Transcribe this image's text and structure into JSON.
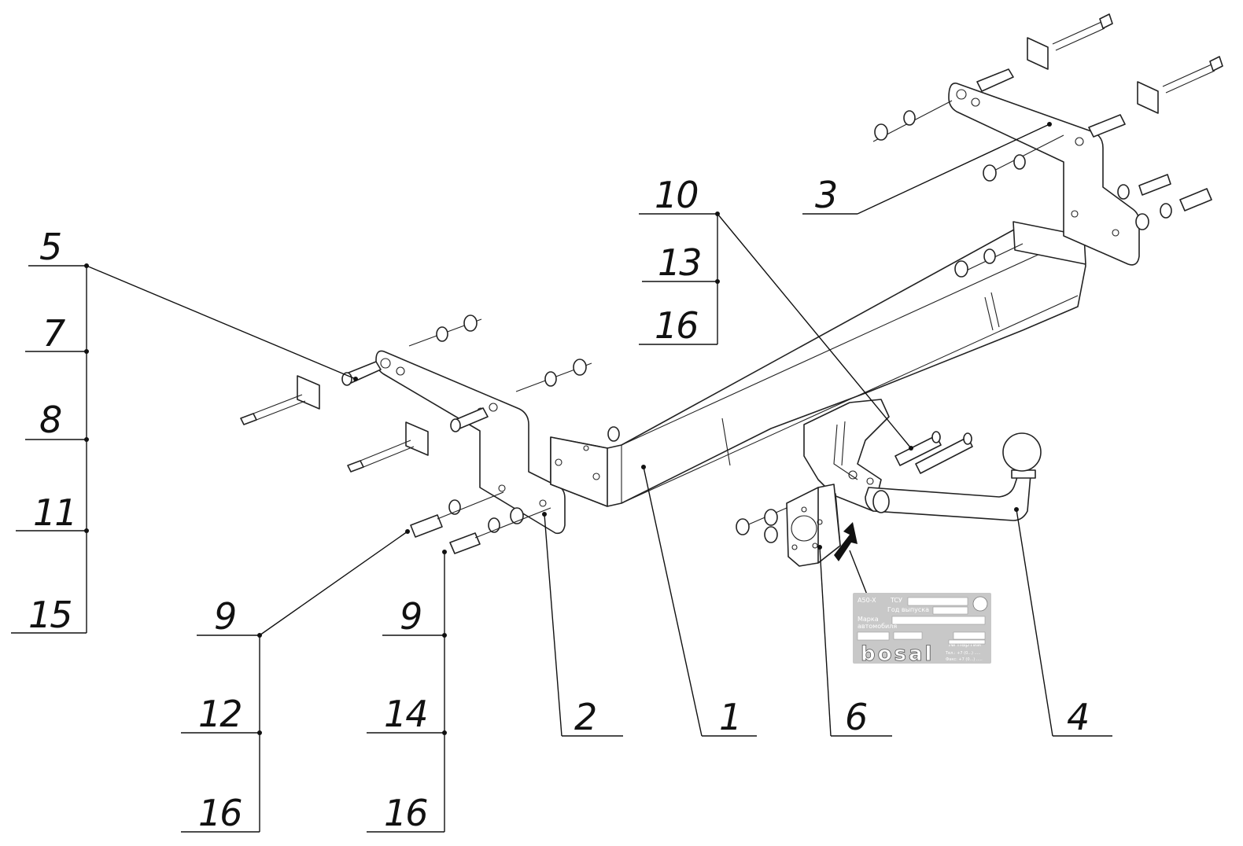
{
  "callouts": {
    "group_left": [
      "5",
      "7",
      "8",
      "11",
      "15"
    ],
    "group_bolt_a": [
      "9",
      "12",
      "16"
    ],
    "group_bolt_b": [
      "9",
      "14",
      "16"
    ],
    "group_top": [
      "10",
      "13",
      "16"
    ],
    "single": {
      "p1": "1",
      "p2": "2",
      "p3": "3",
      "p4": "4",
      "p6": "6"
    }
  },
  "plate": {
    "model": "A50-X",
    "row1": "TCУ",
    "row2": "Год выпуска",
    "row3a": "Марка",
    "row3b": "автомобиля",
    "row5": "№ партии",
    "brand": "bosal",
    "phone1": "Тел.: +7 (0...) .....",
    "phone2": "Факс: +7 (0...) ....."
  }
}
